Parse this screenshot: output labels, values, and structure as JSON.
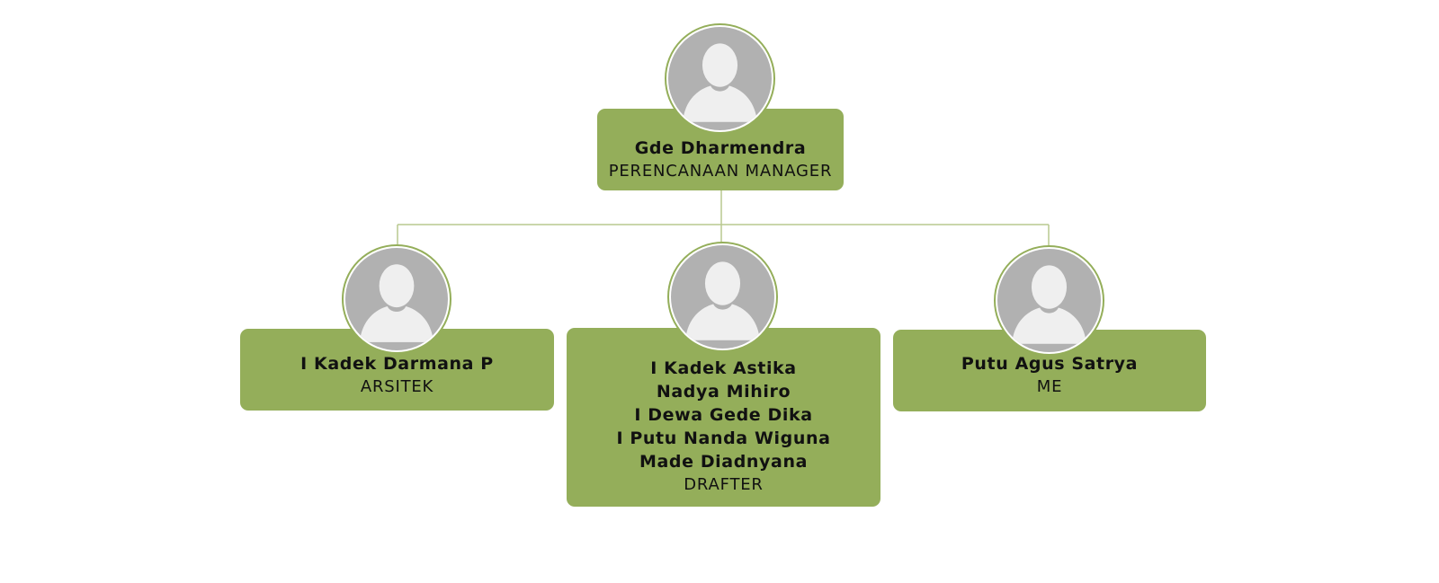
{
  "colors": {
    "card": "#94ae5a",
    "avatar_bg": "#b1b1b1",
    "avatar_figure": "#efefef",
    "connector": "#b9c98f"
  },
  "top": {
    "icon": "person-avatar-icon",
    "name": "Gde Dharmendra",
    "role": "PERENCANAAN MANAGER"
  },
  "children": [
    {
      "icon": "person-avatar-icon",
      "names": [
        "I Kadek Darmana P"
      ],
      "role": "ARSITEK"
    },
    {
      "icon": "person-avatar-icon",
      "names": [
        "I Kadek Astika",
        "Nadya Mihiro",
        "I Dewa Gede Dika",
        "I Putu Nanda Wiguna",
        "Made Diadnyana"
      ],
      "role": "DRAFTER"
    },
    {
      "icon": "person-avatar-icon",
      "names": [
        "Putu Agus Satrya"
      ],
      "role": "ME"
    }
  ]
}
